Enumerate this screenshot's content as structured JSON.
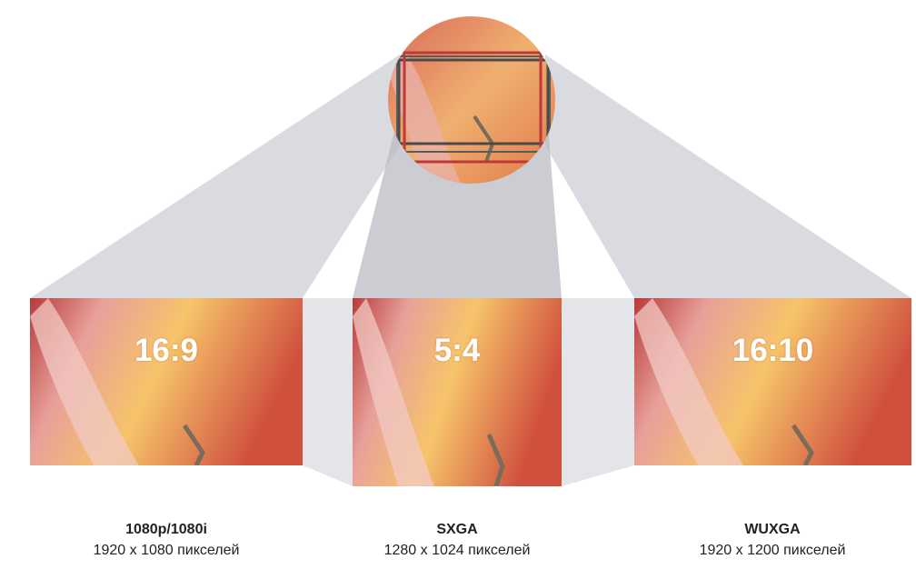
{
  "formats": [
    {
      "ratio": "16:9",
      "name": "1080p/1080i",
      "resolution": "1920 x 1080 пикселей"
    },
    {
      "ratio": "5:4",
      "name": "SXGA",
      "resolution": "1280 x 1024 пикселей"
    },
    {
      "ratio": "16:10",
      "name": "WUXGA",
      "resolution": "1920 x 1200 пикселей"
    }
  ],
  "colors": {
    "tissue_light": "#f5c06a",
    "tissue_dark": "#c0393a",
    "ray": "#c9ccd2",
    "frame": "#4a4a4a"
  }
}
